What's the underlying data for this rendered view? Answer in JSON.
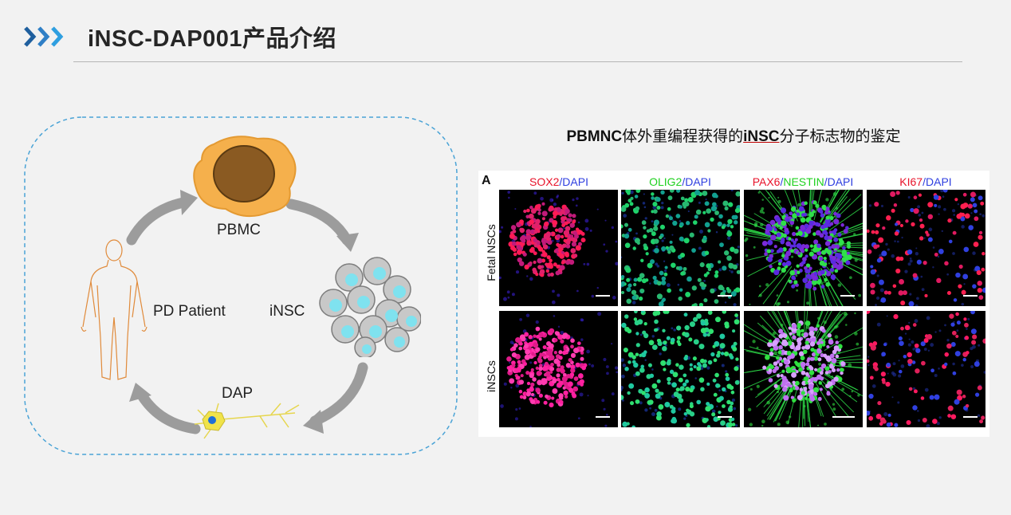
{
  "header": {
    "title": "iNSC-DAP001产品介绍"
  },
  "cycle": {
    "labels": {
      "pbmc": "PBMC",
      "insc": "iNSC",
      "dap": "DAP",
      "patient": "PD Patient"
    }
  },
  "figure": {
    "title_parts": {
      "a": "PBMNC",
      "b": "体外重编程获得的",
      "c": "iNSC",
      "d": "分子标志物的鉴定"
    },
    "panel_letter": "A",
    "columns": [
      {
        "m1": "SOX2",
        "s1": "/",
        "m2": "DAPI"
      },
      {
        "m1": "OLIG2",
        "s1": "/",
        "m2": "DAPI"
      },
      {
        "m1": "PAX6",
        "s1": "/",
        "m2": "NESTIN",
        "s2": "/",
        "m3": "DAPI"
      },
      {
        "m1": "KI67",
        "s1": "/",
        "m2": "DAPI"
      }
    ],
    "rows": [
      "Fetal NSCs",
      "iNSCs"
    ]
  },
  "colors": {
    "accent_dark": "#1f5f9e",
    "accent_light": "#2f9fe0",
    "marker_red": "#e8132a",
    "marker_green": "#1fd11f",
    "marker_blue": "#2f3fe0"
  }
}
